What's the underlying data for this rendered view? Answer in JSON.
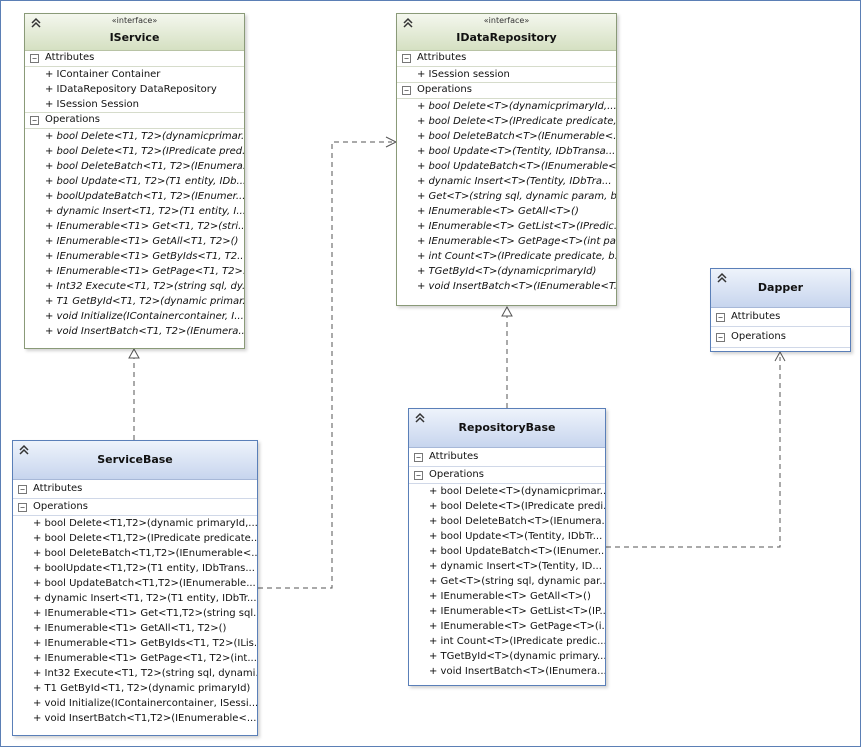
{
  "stereotype": "«interface»",
  "labels": {
    "attributes": "Attributes",
    "operations": "Operations"
  },
  "classes": {
    "iservice": {
      "name": "IService",
      "attributes": [
        "+ IContainer Container",
        "+ IDataRepository DataRepository",
        "+ ISession Session"
      ],
      "operations": [
        "+ bool Delete<T1, T2>(dynamicprimar...",
        "+ bool Delete<T1, T2>(IPredicate pred...",
        "+ bool DeleteBatch<T1, T2>(IEnumera...",
        "+ bool Update<T1, T2>(T1 entity, IDb...",
        "+ boolUpdateBatch<T1, T2>(IEnumer...",
        "+ dynamic Insert<T1, T2>(T1 entity, I...",
        "+ IEnumerable<T1> Get<T1, T2>(stri...",
        "+ IEnumerable<T1> GetAll<T1, T2>()",
        "+ IEnumerable<T1> GetByIds<T1, T2...",
        "+ IEnumerable<T1> GetPage<T1, T2>...",
        "+ Int32 Execute<T1, T2>(string sql, dy...",
        "+ T1 GetById<T1, T2>(dynamic primar...",
        "+ void Initialize(IContainercontainer, I...",
        "+ void InsertBatch<T1, T2>(IEnumera..."
      ]
    },
    "idatarepository": {
      "name": "IDataRepository",
      "attributes": [
        "+ ISession session"
      ],
      "operations": [
        "+ bool Delete<T>(dynamicprimaryId,...",
        "+ bool Delete<T>(IPredicate predicate,...",
        "+ bool DeleteBatch<T>(IEnumerable<...",
        "+ bool Update<T>(Tentity, IDbTransa...",
        "+ bool UpdateBatch<T>(IEnumerable<...",
        "+ dynamic Insert<T>(Tentity, IDbTra...",
        "+ Get<T>(string sql, dynamic param, b...",
        "+ IEnumerable<T> GetAll<T>()",
        "+ IEnumerable<T> GetList<T>(IPredic...",
        "+ IEnumerable<T> GetPage<T>(int pa...",
        "+ int Count<T>(IPredicate predicate, b...",
        "+ TGetById<T>(dynamicprimaryId)",
        "+ void InsertBatch<T>(IEnumerable<T..."
      ]
    },
    "dapper": {
      "name": "Dapper",
      "attributes": [],
      "operations": []
    },
    "servicebase": {
      "name": "ServiceBase",
      "attributes": [],
      "operations": [
        "+ bool Delete<T1,T2>(dynamic primaryId,...",
        "+ bool Delete<T1,T2>(IPredicate predicate...",
        "+ bool DeleteBatch<T1,T2>(IEnumerable<...",
        "+ boolUpdate<T1,T2>(T1 entity, IDbTrans...",
        "+ bool UpdateBatch<T1,T2>(IEnumerable...",
        "+ dynamic Insert<T1, T2>(T1 entity, IDbTr...",
        "+ IEnumerable<T1> Get<T1,T2>(string sql...",
        "+ IEnumerable<T1> GetAll<T1, T2>()",
        "+ IEnumerable<T1> GetByIds<T1, T2>(ILis...",
        "+ IEnumerable<T1> GetPage<T1, T2>(int...",
        "+ Int32 Execute<T1, T2>(string sql, dynami...",
        "+ T1 GetById<T1, T2>(dynamic primaryId)",
        "+ void Initialize(IContainercontainer, ISessi...",
        "+ void InsertBatch<T1,T2>(IEnumerable<..."
      ]
    },
    "repositorybase": {
      "name": "RepositoryBase",
      "attributes": [],
      "operations": [
        "+ bool Delete<T>(dynamicprimar...",
        "+ bool Delete<T>(IPredicate predi...",
        "+ bool DeleteBatch<T>(IEnumera...",
        "+ bool Update<T>(Tentity, IDbTr...",
        "+ bool UpdateBatch<T>(IEnumer...",
        "+ dynamic Insert<T>(Tentity, ID...",
        "+ Get<T>(string sql, dynamic par...",
        "+ IEnumerable<T> GetAll<T>()",
        "+ IEnumerable<T> GetList<T>(IP...",
        "+ IEnumerable<T> GetPage<T>(i...",
        "+ int Count<T>(IPredicate predic...",
        "+ TGetById<T>(dynamic primary...",
        "+ void InsertBatch<T>(IEnumera..."
      ]
    }
  },
  "colors": {
    "interface_header": "#d5e0c2",
    "class_header": "#c7d5ee",
    "connector": "#555555"
  }
}
